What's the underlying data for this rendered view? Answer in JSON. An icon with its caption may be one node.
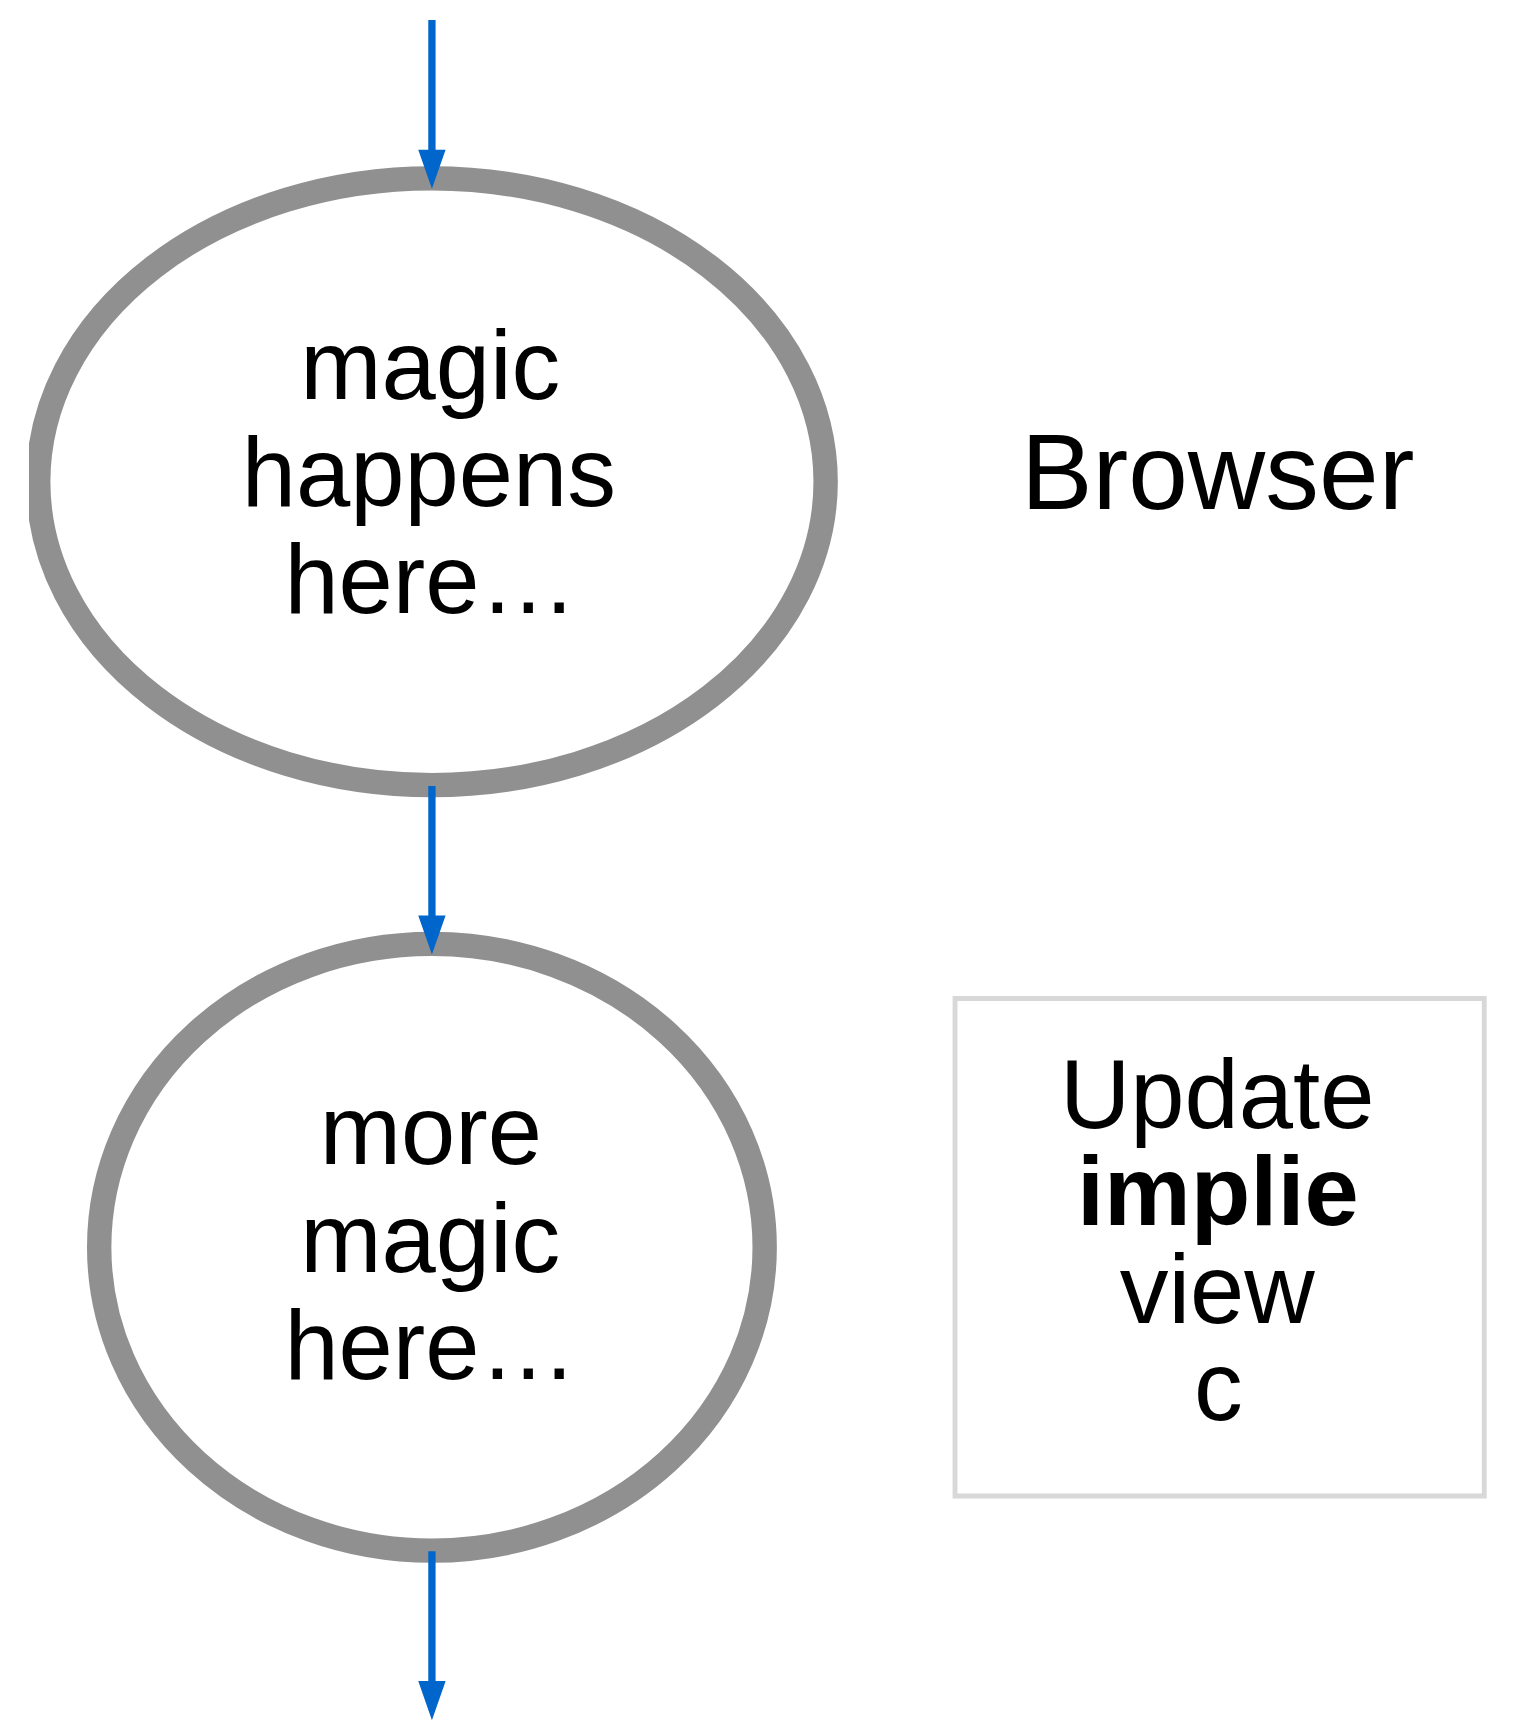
{
  "diagram": {
    "nodes": [
      {
        "text": [
          "magic happens here…"
        ]
      },
      {
        "text": [
          "more magic here…"
        ]
      },
      {
        "text": [
          "Update **implie** view c"
        ]
      }
    ],
    "edges": [
      {
        "from": null,
        "to": 0,
        "arrow": "to"
      },
      {
        "from": 0,
        "to": 1,
        "arrow": "to"
      },
      {
        "from": 1,
        "to": null,
        "arrow": "to"
      }
    ],
    "labels": [
      "Browser"
    ]
  }
}
